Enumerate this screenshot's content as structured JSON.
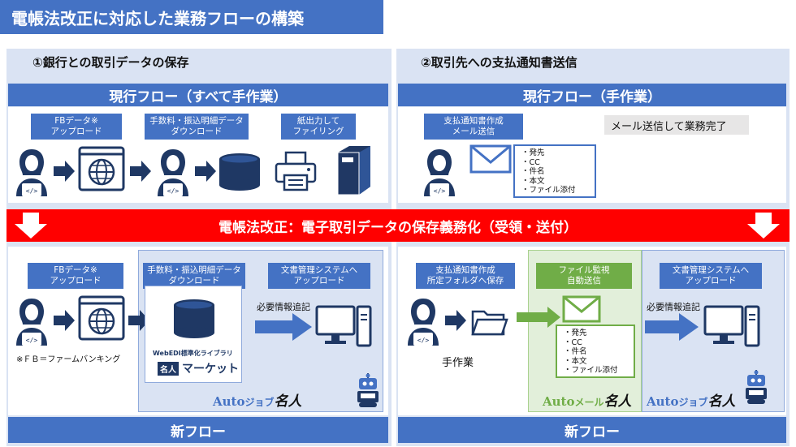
{
  "title": "電帳法改正に対応した業務フローの構築",
  "left": {
    "section_title": "①銀行との取引データの保存",
    "current_header": "現行フロー（すべて手作業）",
    "current_labels": [
      "FBデータ※\nアップロード",
      "手数料・振込明細データ\nダウンロード",
      "紙出力して\nファイリング"
    ],
    "new_labels": {
      "fb": "FBデータ※\nアップロード",
      "fee": "手数料・振込明細データ\nダウンロード",
      "doc": "文書管理システムへ\nアップロード"
    },
    "additional": "必要情報追記",
    "footnote": "※ＦＢ＝ファームバンキング",
    "webedi_small": "WebEDI標準化ライブラリ",
    "webedi_badge": "名人",
    "webedi_name": "マーケット",
    "logo_auto": "Auto",
    "logo_job": "ジョブ",
    "logo_meijin": "名人"
  },
  "right": {
    "section_title": "②取引先への支払通知書送信",
    "current_header": "現行フロー（手作業）",
    "current_label": "支払通知書作成\nメール送信",
    "current_list": [
      "・発先",
      "・CC",
      "・件名",
      "・本文",
      "・ファイル添付"
    ],
    "completed": "メール送信して業務完了",
    "new_labels": {
      "create": "支払通知書作成\n所定フォルダへ保存",
      "monitor": "ファイル監視\n自動送信",
      "doc": "文書管理システムへ\nアップロード"
    },
    "new_list": [
      "・発先",
      "・CC",
      "・件名",
      "・本文",
      "・ファイル添付"
    ],
    "manual": "手作業",
    "additional": "必要情報追記",
    "logo_mail_auto": "Auto",
    "logo_mail": "メール",
    "logo_mail_meijin": "名人",
    "logo_job_auto": "Auto",
    "logo_job": "ジョブ",
    "logo_job_meijin": "名人"
  },
  "banner": "電帳法改正：電子取引データの保存義務化（受領・送付）",
  "new_flow": "新フロー",
  "colors": {
    "blue": "#4472c4",
    "light_blue": "#dae3f3",
    "red": "#ff0000",
    "green": "#70ad47",
    "dark_navy": "#1f3864"
  }
}
